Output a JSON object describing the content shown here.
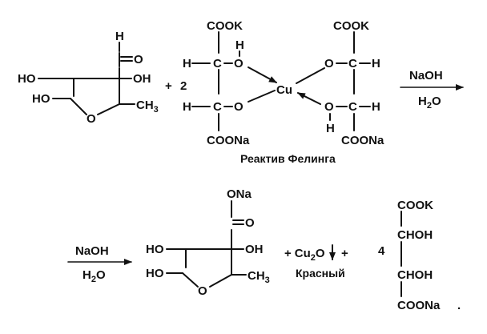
{
  "colors": {
    "ink": "#111111",
    "background": "#ffffff"
  },
  "reactant1": {
    "aldehyde_h": "H",
    "carbonyl_o": "O",
    "ho_left": "HO",
    "oh_right": "OH",
    "ho_lower": "HO",
    "ring_o": "O",
    "methyl": "CH",
    "methyl_sub": "3"
  },
  "plus_1": "+",
  "coefficient_1": "2",
  "fehling": {
    "top_left_cook": "COOK",
    "top_right_cook": "COOK",
    "h_left_1": "H",
    "c_1": "C",
    "o_1": "O",
    "h_on_o_1": "H",
    "cu": "Cu",
    "o_2": "O",
    "c_2": "C",
    "h_right_2": "H",
    "h_left_3": "H",
    "c_3": "C",
    "o_3": "O",
    "o_4": "O",
    "c_4": "C",
    "h_right_4": "H",
    "h_below_o_4": "H",
    "bottom_left_coona": "COONa",
    "bottom_right_coona": "COONa",
    "caption": "Реактив Фелинга"
  },
  "arrow_1": {
    "above": "NaOH",
    "below_h": "H",
    "below_sub": "2",
    "below_o": "O"
  },
  "arrow_2": {
    "above": "NaOH",
    "below_h": "H",
    "below_sub": "2",
    "below_o": "O"
  },
  "product1": {
    "ona": "ONa",
    "carbonyl_o": "O",
    "ho_left": "HO",
    "oh_right": "OH",
    "ho_lower": "HO",
    "ring_o": "O",
    "methyl": "CH",
    "methyl_sub": "3"
  },
  "cu2o": {
    "plus_before": "+",
    "cu": "Cu",
    "sub": "2",
    "o": "O",
    "plus_after": "+",
    "caption": "Красный"
  },
  "coefficient_2": "4",
  "tartrate": {
    "cook": "COOK",
    "chohA": "CHOH",
    "chohB": "CHOH",
    "coona": "COONa",
    "period": "."
  }
}
